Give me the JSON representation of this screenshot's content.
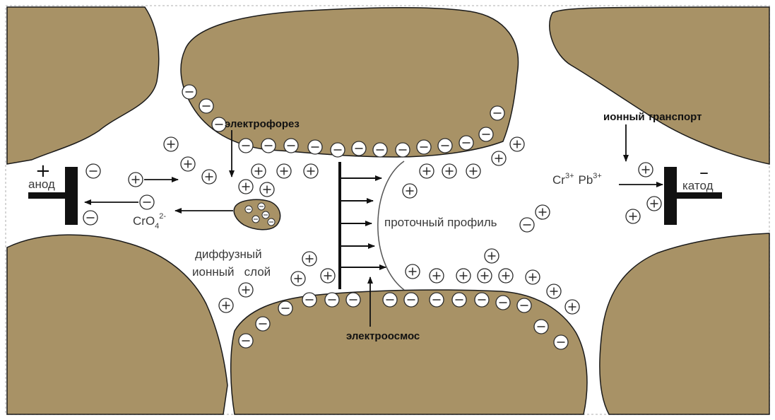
{
  "colors": {
    "particle": "#a89266",
    "particle_stroke": "#1a1a1a",
    "background": "#ffffff",
    "ion_stroke": "#2b2b2b",
    "ion_fill": "#ffffff"
  },
  "labels": {
    "electrophoresis": "электрофорез",
    "ion_transport": "ионный транспорт",
    "anode": "анод",
    "cathode": "катод",
    "anode_sign": "+",
    "cathode_sign": "–",
    "chromate": "CrO",
    "chromate_sub": "4",
    "chromate_sup": "2-",
    "cr_ion": "Cr",
    "cr_charge": "3+",
    "pb_ion": "Pb",
    "pb_charge": "3+",
    "flow_profile": "проточный профиль",
    "diffuse_line1": "диффузный",
    "diffuse_line2": "ионный   слой",
    "electroosmosis": "электроосмос"
  },
  "icons": {
    "positive_ion": "plus-circle-icon",
    "negative_ion": "minus-circle-icon"
  }
}
